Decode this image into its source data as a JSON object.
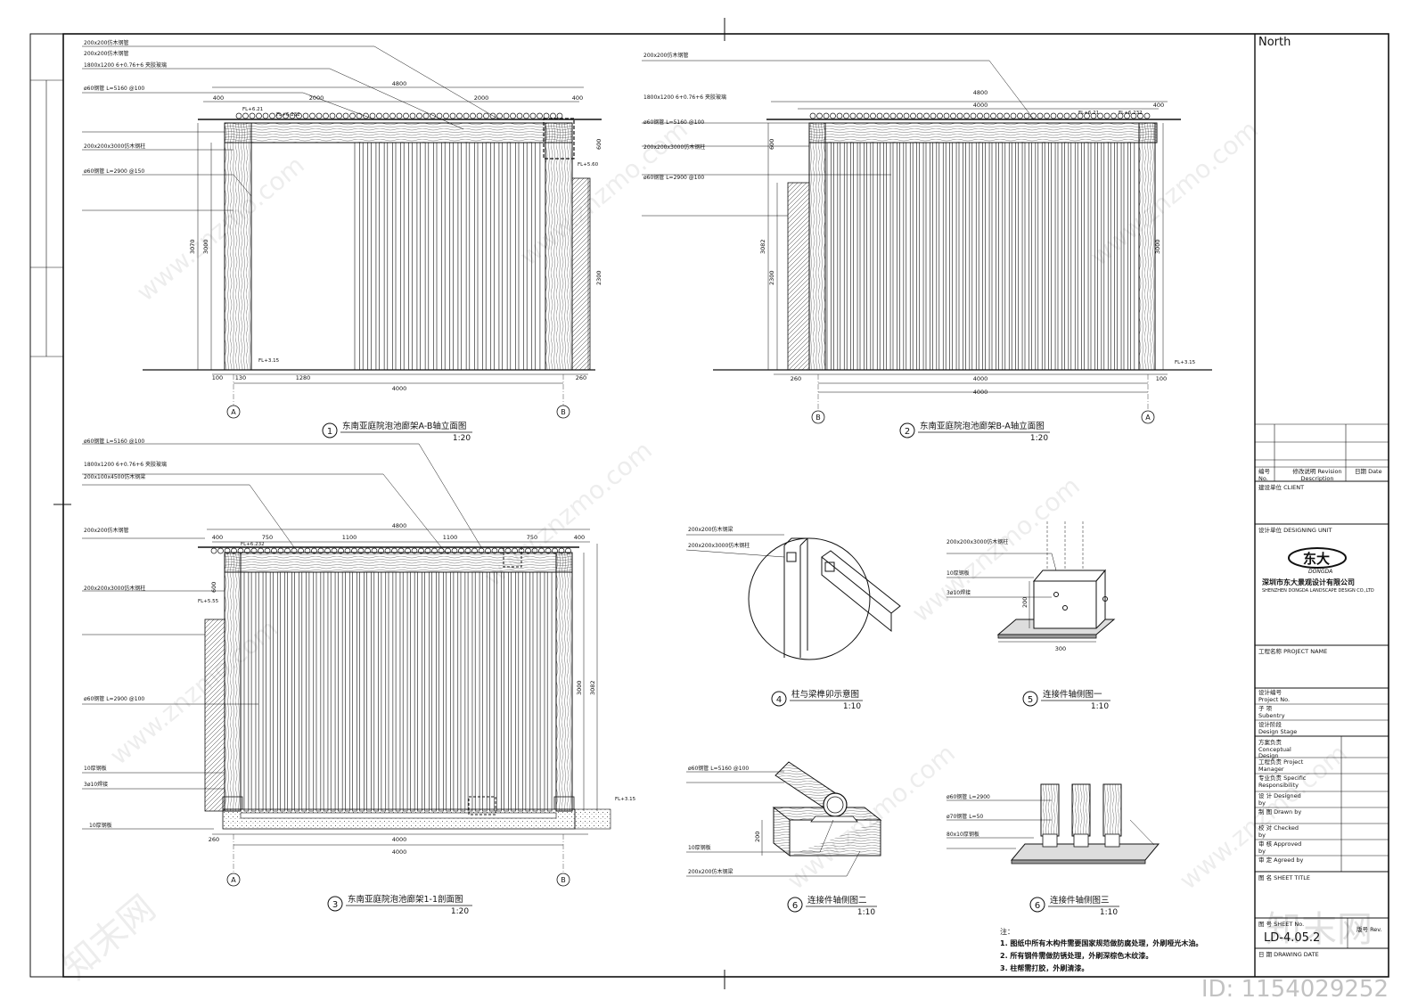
{
  "drawings": {
    "d1": {
      "num": "1",
      "title": "东南亚庭院泡池廊架A-B轴立面图",
      "scale": "1:20"
    },
    "d2": {
      "num": "2",
      "title": "东南亚庭院泡池廊架B-A轴立面图",
      "scale": "1:20"
    },
    "d3": {
      "num": "3",
      "title": "东南亚庭院泡池廊架1-1剖面图",
      "scale": "1:20"
    },
    "d4": {
      "num": "4",
      "title": "柱与梁榫卯示意图",
      "scale": "1:10"
    },
    "d5": {
      "num": "5",
      "title": "连接件轴侧图一",
      "scale": "1:10"
    },
    "d6a": {
      "num": "6",
      "title": "连接件轴侧图二",
      "scale": "1:10"
    },
    "d6b": {
      "num": "6",
      "title": "连接件轴侧图三",
      "scale": "1:10"
    }
  },
  "callouts": {
    "c1": "200x200仿木钢管",
    "c2": "1800x1200  6+0.76+6 夹胶玻璃",
    "c3": "ø60钢管  L=5160  @100",
    "c4": "200x200x3000仿木钢柱",
    "c5": "ø60钢管  L=2900  @150",
    "c6": "ø60钢管  L=2900  @100",
    "c7": "200x100x4500仿木钢梁",
    "c8": "10厚钢板",
    "c9": "3ø10焊接",
    "c10": "ø70钢管  L=50",
    "c11": "80x10厚钢板",
    "c12": "ø60钢管  L=2900",
    "c13": "200x200x3000仿木钢柱",
    "c14": "200x200仿木钢梁"
  },
  "dims": {
    "w4800": "4800",
    "w4000": "4000",
    "w2000": "2000",
    "w400": "400",
    "w1280": "1280",
    "w260": "260",
    "w100": "100",
    "w130": "130",
    "w750": "750",
    "w1100": "1100",
    "w300": "300",
    "h3000": "3000",
    "h3070": "3070",
    "h3082": "3082",
    "h2300": "2300",
    "h600": "600",
    "h200": "200",
    "fl1": "FL+6.21",
    "fl2": "FL+6.232",
    "fl3": "FL+5.60",
    "fl4": "FL+3.15",
    "fl5": "FL+5.55",
    "axA": "A",
    "axB": "B"
  },
  "titleblock": {
    "north": "North",
    "rev_no": "编号 No.",
    "rev_desc": "修改说明 Revision Description",
    "rev_date": "日期 Date",
    "client": "建设单位  CLIENT",
    "designing_unit": "设计单位  DESIGNING UNIT",
    "logo_cn": "东大",
    "logo_en": "DONGDA",
    "company_cn": "深圳市东大景观设计有限公司",
    "company_en": "SHENZHEN DONGDA LANDSCAPE DESIGN CO.,LTD",
    "project_name": "工程名称  PROJECT NAME",
    "project_no": "设计编号 Project No.",
    "subentry": "子 项 Subentry",
    "design_stage": "设计阶段 Design Stage",
    "conceptual": "方案负责 Conceptual Design",
    "manager": "工程负责 Project Manager",
    "specific": "专业负责 Specific Responsibility",
    "designed": "设 计 Designed by",
    "drawn": "制 图 Drawn by",
    "checked": "校 对 Checked by",
    "approved": "审 核 Approved by",
    "agreed": "审 定 Agreed by",
    "sheet_title": "图 名  SHEET TITLE",
    "sheet_no": "图 号  SHEET No.",
    "sheet_no_val": "LD-4.05.2",
    "rev": "版号 Rev.",
    "date": "日 期  DRAWING DATE"
  },
  "notes": [
    "1. 图纸中所有木构件需要国家规范做防腐处理，外刷哑光木油。",
    "2. 所有钢件需做防锈处理，外刷深棕色木纹漆。",
    "3. 柱帮需打胶，外刷清漆。"
  ],
  "notes_header": "注：",
  "watermark": "www.znzmo.com",
  "watermark2": "知末网",
  "image_id": "ID: 1154029252"
}
